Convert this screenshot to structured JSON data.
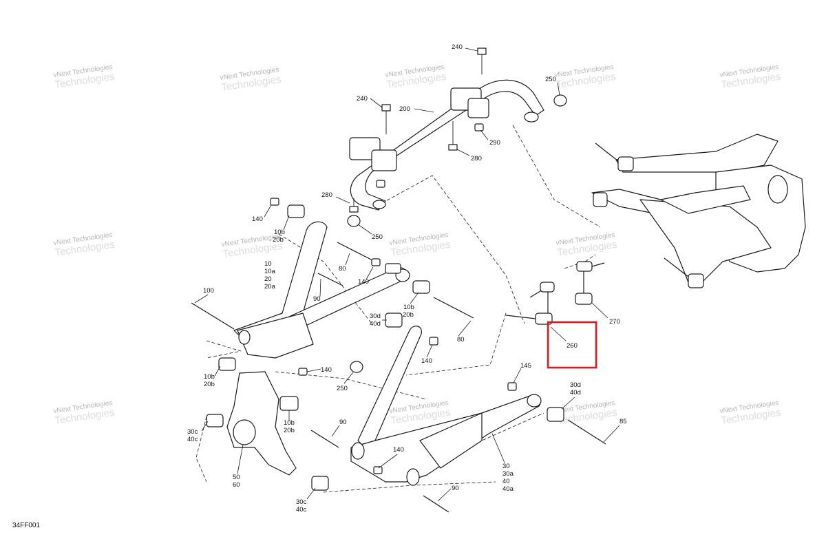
{
  "diagram": {
    "figure_code": "34FF001",
    "highlight_color": "#e0191f",
    "line_color": "#1a1a1a",
    "watermark": {
      "line1": "vNext Technologies",
      "line2": "Technologies"
    },
    "callouts": {
      "c240a": "240",
      "c240b": "240",
      "c250a": "250",
      "c200": "200",
      "c290": "290",
      "c280a": "280",
      "c280b": "280",
      "c250b": "250",
      "c140a": "140",
      "c10b20b_a": "10b",
      "c10b20b_a2": "20b",
      "c80a": "80",
      "c10": "10",
      "c10a": "10a",
      "c20": "20",
      "c20a": "20a",
      "c140b": "140",
      "c90a": "90",
      "c100": "100",
      "c10b20b_b": "10b",
      "c10b20b_b2": "20b",
      "c30d40d_a": "30d",
      "c30d40d_a2": "40d",
      "c140c": "140",
      "c80b": "80",
      "c140d": "140",
      "c250c": "250",
      "c10b20b_c": "10b",
      "c10b20b_c2": "20b",
      "c145": "145",
      "c30d40d_b": "30d",
      "c30d40d_b2": "40d",
      "c85": "85",
      "c30c40c_a": "30c",
      "c30c40c_a2": "40c",
      "c10b20b_d": "10b",
      "c10b20b_d2": "20b",
      "c90b": "90",
      "c50": "50",
      "c60": "60",
      "c140e": "140",
      "c30": "30",
      "c30a": "30a",
      "c40": "40",
      "c40a": "40a",
      "c90c": "90",
      "c30c40c_b": "30c",
      "c30c40c_b2": "40c",
      "c260": "260",
      "c270": "270"
    }
  }
}
